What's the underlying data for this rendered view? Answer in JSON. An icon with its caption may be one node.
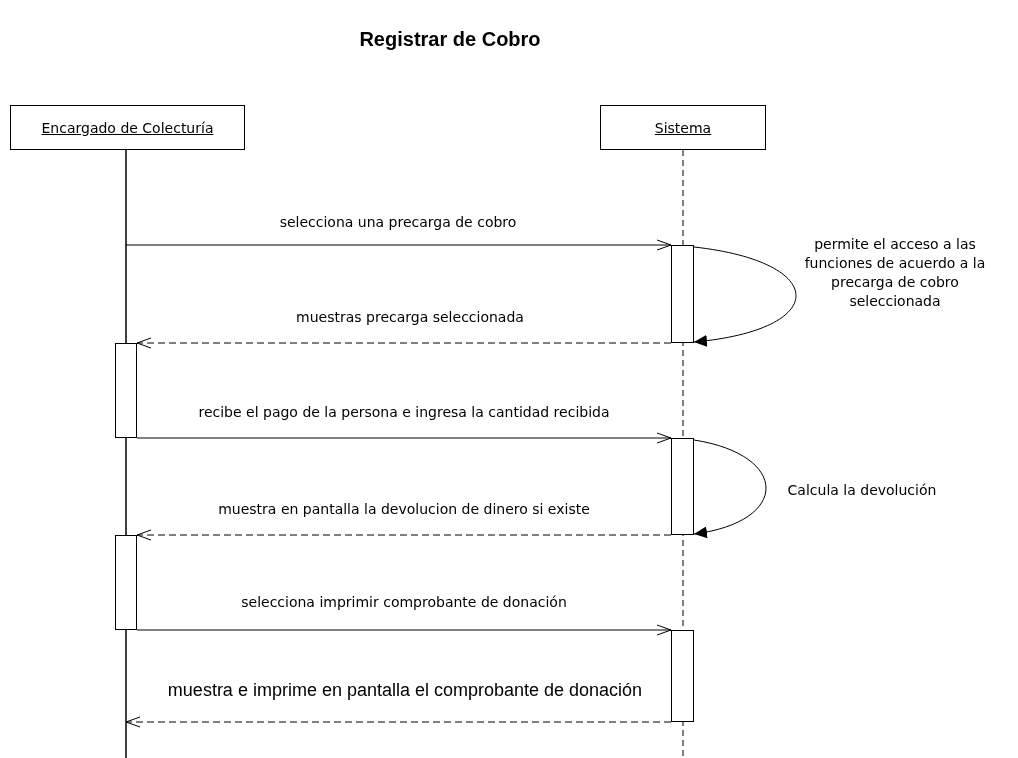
{
  "diagram": {
    "title": "Registrar de Cobro",
    "nodes": [
      {
        "text": [
          "Encargado de Colecturía"
        ]
      },
      {
        "text": [
          "Sistema"
        ]
      },
      {
        "text": [],
        "shape": "bar"
      },
      {
        "text": [],
        "shape": "bar"
      },
      {
        "text": [],
        "shape": "bar"
      },
      {
        "text": [],
        "shape": "bar"
      },
      {
        "text": [],
        "shape": "bar"
      }
    ],
    "edges": [
      {
        "from": null,
        "to": 2,
        "arrow": "to",
        "label": "selecciona una precarga de cobro"
      },
      {
        "from": 2,
        "to": 2,
        "arrow": "to",
        "label": "permite el acceso a las funciones de acuerdo a la precarga de cobro seleccionada"
      },
      {
        "from": 2,
        "to": 3,
        "arrow": "to",
        "style": "dashed",
        "label": "muestras precarga seleccionada"
      },
      {
        "from": 3,
        "to": 4,
        "arrow": "to",
        "label": "recibe el pago de la persona e ingresa la cantidad recibida"
      },
      {
        "from": 4,
        "to": 4,
        "arrow": "to",
        "label": "Calcula la devolución"
      },
      {
        "from": 4,
        "to": 5,
        "arrow": "to",
        "style": "dashed",
        "label": "muestra en pantalla la devolucion de dinero si existe"
      },
      {
        "from": 5,
        "to": 6,
        "arrow": "to",
        "label": "selecciona imprimir comprobante de donación"
      },
      {
        "from": 6,
        "to": null,
        "arrow": "to",
        "style": "dashed",
        "label": "muestra e imprime en pantalla el comprobante de donación"
      }
    ]
  }
}
